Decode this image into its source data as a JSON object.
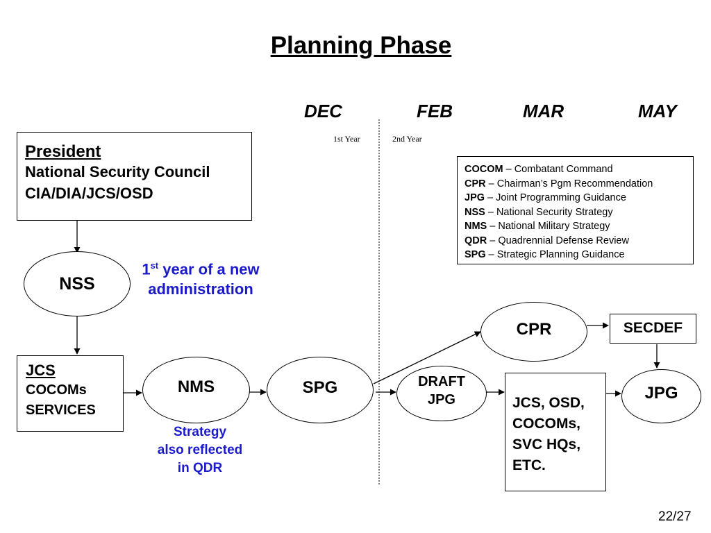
{
  "title": "Planning Phase",
  "months": [
    "DEC",
    "FEB",
    "MAR",
    "MAY"
  ],
  "year_labels": {
    "first": "1st Year",
    "second": "2nd Year"
  },
  "president_box": {
    "heading": "President",
    "lines": [
      "National Security Council",
      "CIA/DIA/JCS/OSD"
    ]
  },
  "nodes": {
    "nss": "NSS",
    "nms": "NMS",
    "spg": "SPG",
    "cpr": "CPR",
    "draft_jpg_line1": "DRAFT",
    "draft_jpg_line2": "JPG",
    "jpg": "JPG",
    "secdef": "SECDEF"
  },
  "jcs_box": {
    "heading": "JCS",
    "lines": [
      "COCOMs",
      "SERVICES"
    ]
  },
  "participants_box": {
    "lines": [
      "JCS, OSD,",
      "COCOMs,",
      "SVC HQs,",
      "ETC."
    ]
  },
  "first_year_note": {
    "number": "1",
    "superscript": "st",
    "rest_line1": " year of a new",
    "line2": "administration"
  },
  "strategy_note": [
    "Strategy",
    "also reflected",
    "in QDR"
  ],
  "legend": [
    {
      "abbr": "COCOM",
      "text": " – Combatant Command"
    },
    {
      "abbr": "CPR",
      "text": " – Chairman’s Pgm Recommendation"
    },
    {
      "abbr": "JPG",
      "text": " – Joint Programming Guidance"
    },
    {
      "abbr": "NSS",
      "text": " – National Security Strategy"
    },
    {
      "abbr": "NMS",
      "text": " – National Military Strategy"
    },
    {
      "abbr": "QDR",
      "text": " – Quadrennial Defense Review"
    },
    {
      "abbr": "SPG",
      "text": " – Strategic Planning Guidance"
    }
  ],
  "page_number": "22/27",
  "colors": {
    "note_text": "#1a1acc",
    "lines": "#000000"
  }
}
